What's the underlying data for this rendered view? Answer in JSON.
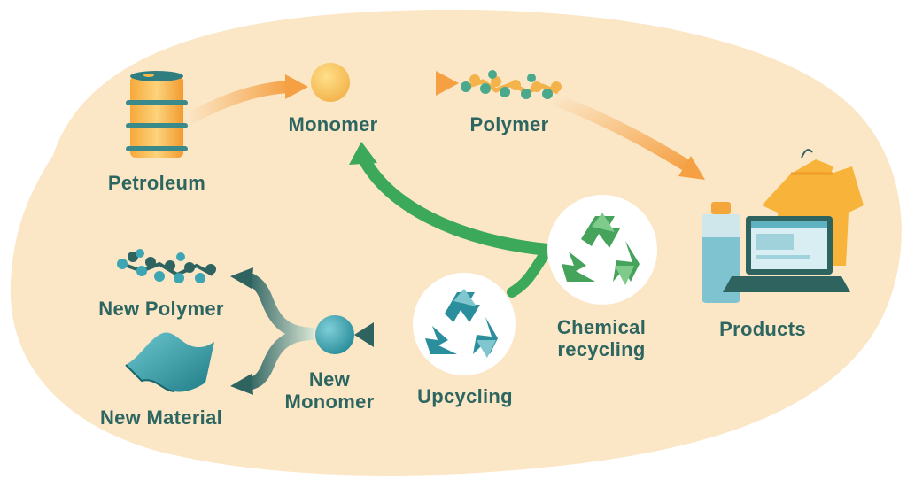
{
  "labels": {
    "petroleum": "Petroleum",
    "monomer": "Monomer",
    "polymer": "Polymer",
    "products": "Products",
    "chemical_line1": "Chemical",
    "chemical_line2": "recycling",
    "upcycling": "Upcycling",
    "new_monomer_line1": "New",
    "new_monomer_line2": "Monomer",
    "new_polymer": "New Polymer",
    "new_material": "New Material"
  },
  "colors": {
    "background_blob": "#fbe6c6",
    "label_text": "#2d6660",
    "forward_arrow": "#f5a042",
    "chemical_arrow": "#3ca85a",
    "upcycling_arrow": "#2f6360",
    "new_monomer": "#3ea5b3"
  },
  "icons": [
    "oil-barrel-icon",
    "monomer-sphere-icon",
    "polymer-chain-icon",
    "products-icon",
    "recycle-icon",
    "upcycle-icon",
    "new-polymer-chain-icon",
    "new-material-sheet-icon",
    "new-monomer-sphere-icon"
  ]
}
